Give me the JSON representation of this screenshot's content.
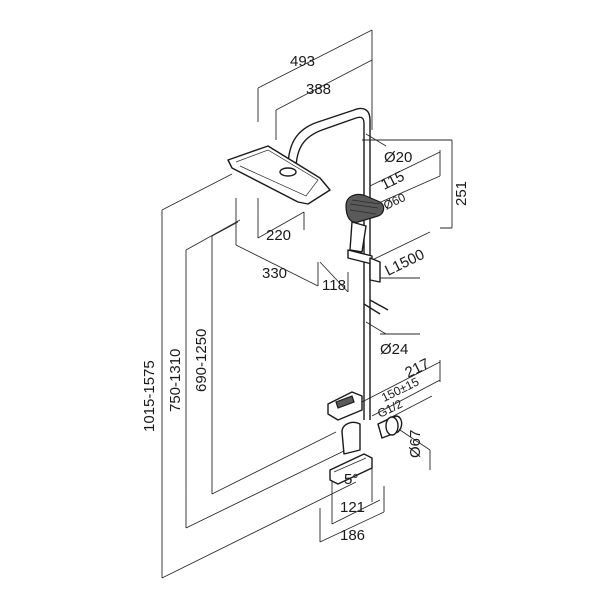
{
  "dimensions": {
    "width_top": "493",
    "width_arm": "388",
    "pipe_top_dia": "Ø20",
    "handshower_len": "115",
    "handshower_dia": "Ø60",
    "height_hand": "251",
    "head_depth": "220",
    "head_width": "330",
    "hand_offset": "118",
    "hose": "L1500",
    "bar_dia": "Ø24",
    "height_total": "1015-1575",
    "height_mid": "750-1310",
    "height_low": "690-1250",
    "mixer_depth": "217",
    "mixer_centres": "150±15",
    "mixer_thread": "G1/2",
    "mixer_dia": "Ø67",
    "spout_angle": "5°",
    "spout_len": "121",
    "mixer_len": "186"
  }
}
